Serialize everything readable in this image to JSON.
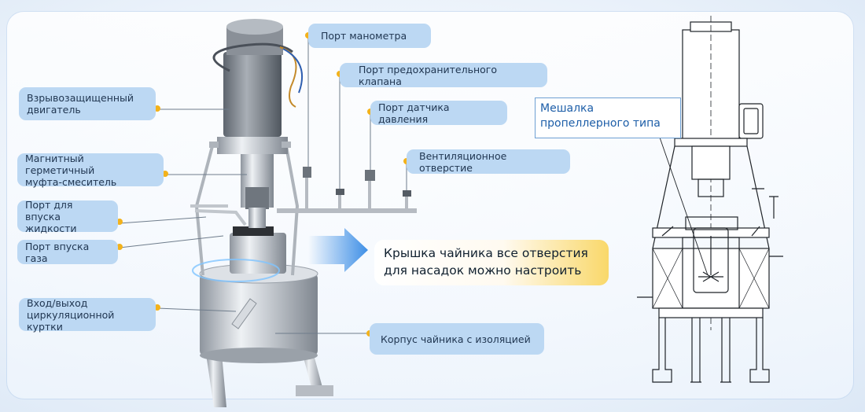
{
  "labels": {
    "manometer_port": "Порт манометра",
    "safety_valve_port": "Порт предохранительного клапана",
    "pressure_sensor_port": "Порт датчика давления",
    "vent": "Вентиляционное отверстие",
    "explosion_proof_motor_line1": "Взрывозащищенный",
    "explosion_proof_motor_line2": "двигатель",
    "magnetic_coupling_line1": "Магнитный герметичный",
    "magnetic_coupling_line2": "муфта-смеситель",
    "liquid_inlet_line1": "Порт для впуска",
    "liquid_inlet_line2": "жидкости",
    "gas_inlet": "Порт впуска газа",
    "jacket_line1": "Вход/выход",
    "jacket_line2": "циркуляционной куртки",
    "kettle_body": "Корпус чайника с изоляцией"
  },
  "callout": {
    "line1": "Крышка чайника все отверстия",
    "line2": "для насадок можно настроить"
  },
  "mixer_label": {
    "line1": "Мешалка",
    "line2": "пропеллерного типа"
  },
  "colors": {
    "label_bg": "#bcd8f3",
    "dot": "#f3b21b",
    "arrow": "#3e8fe6",
    "callout_accent": "#f9d86a",
    "steel": "#c9cdd3",
    "motor": "#7d8590"
  }
}
